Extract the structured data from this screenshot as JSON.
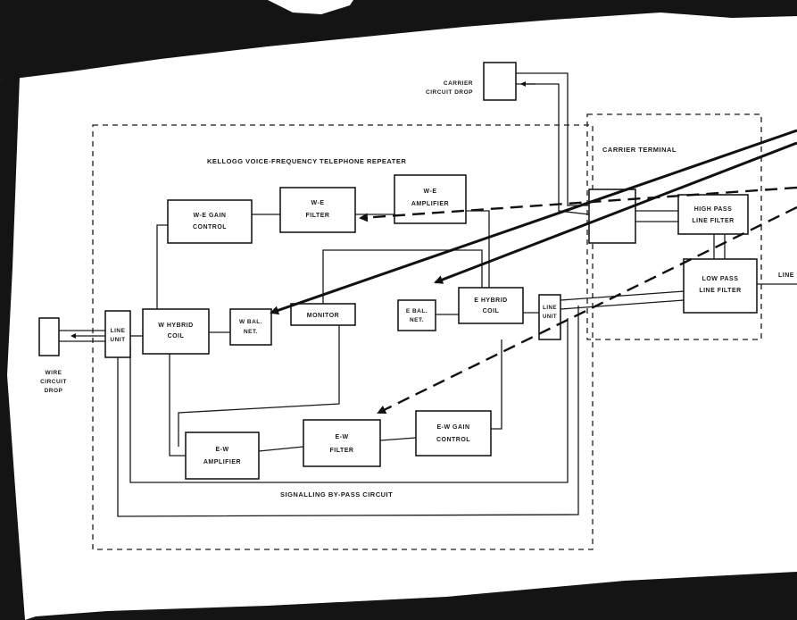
{
  "labels": {
    "repeater_title": "KELLOGG VOICE-FREQUENCY TELEPHONE REPEATER",
    "carrier_terminal": "CARRIER TERMINAL",
    "signalling_circuit": "SIGNALLING BY-PASS CIRCUIT",
    "carrier_drop_1": "CARRIER",
    "carrier_drop_2": "CIRCUIT DROP",
    "wire_drop_1": "WIRE",
    "wire_drop_2": "CIRCUIT",
    "wire_drop_3": "DROP",
    "line": "LINE"
  },
  "blocks": {
    "line_unit_left": [
      "LINE",
      "UNIT"
    ],
    "w_hybrid": [
      "W HYBRID",
      "COIL"
    ],
    "w_bal_net": [
      "W BAL.",
      "NET."
    ],
    "monitor": "MONITOR",
    "e_bal_net": [
      "E BAL.",
      "NET."
    ],
    "e_hybrid": [
      "E HYBRID",
      "COIL"
    ],
    "line_unit_right": [
      "LINE",
      "UNIT"
    ],
    "we_gain": [
      "W-E GAIN",
      "CONTROL"
    ],
    "we_filter": [
      "W-E",
      "FILTER"
    ],
    "we_amp": [
      "W-E",
      "AMPLIFIER"
    ],
    "ew_amp": [
      "E-W",
      "AMPLIFIER"
    ],
    "ew_filter": [
      "E-W",
      "FILTER"
    ],
    "ew_gain": [
      "E-W GAIN",
      "CONTROL"
    ],
    "high_pass": [
      "HIGH PASS",
      "LINE FILTER"
    ],
    "low_pass": [
      "LOW PASS",
      "LINE FILTER"
    ]
  },
  "colors": {
    "ink": "#1a1a1a",
    "paper": "#ffffff",
    "background": "#141414"
  }
}
